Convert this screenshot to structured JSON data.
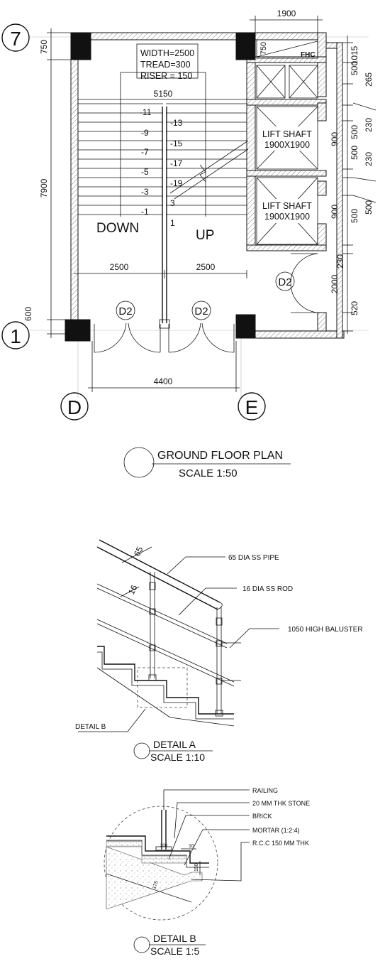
{
  "grid_labels": {
    "g7": "7",
    "g1": "1",
    "gD": "D",
    "gE": "E"
  },
  "dims": {
    "top_1900": "1900",
    "left_750": "750",
    "fhc_750": "750",
    "left_7900": "7900",
    "left_600": "600",
    "r_1015": "1015",
    "r_500a": "500",
    "r_265": "265",
    "r_500b": "500",
    "r_230a": "230",
    "r_900a": "900",
    "r_500c": "500",
    "r_230b": "230",
    "r_900b": "900",
    "r_500d": "500",
    "r_500e": "500",
    "r_230c": "230",
    "r_2000": "2000",
    "r_520": "520",
    "w_5150": "5150",
    "w_2500a": "2500",
    "w_2500b": "2500",
    "w_4400": "4400"
  },
  "stair_info": {
    "width": "WIDTH=2500",
    "tread": "TREAD=300",
    "riser": "RISER = 150"
  },
  "stair_numbers": {
    "left": [
      "-11",
      "-9",
      "-7",
      "-5",
      "-3",
      "-1"
    ],
    "right": [
      "-13",
      "-15",
      "-17",
      "-19",
      "3",
      "1"
    ]
  },
  "labels": {
    "down": "DOWN",
    "up": "UP",
    "fhc": "FHC",
    "lift1_name": "LIFT SHAFT",
    "lift1_size": "1900X1900",
    "lift2_name": "LIFT SHAFT",
    "lift2_size": "1900X1900",
    "door_a": "D2",
    "door_b": "D2",
    "door_c": "D2"
  },
  "titles": {
    "plan_title": "GROUND FLOOR PLAN",
    "plan_scale": "SCALE 1:50",
    "detail_a_title": "DETAIL A",
    "detail_a_scale": "SCALE 1:10",
    "detail_b_title": "DETAIL B",
    "detail_b_scale": "SCALE 1:5"
  },
  "detail_a": {
    "dim_65": "65",
    "dim_16": "16",
    "note_pipe": "65 DIA SS PIPE",
    "note_rod": "16 DIA SS ROD",
    "note_baluster": "1050 HIGH BALUSTER",
    "note_detail_b": "DETAIL B"
  },
  "detail_b": {
    "note_railing": "RAILING",
    "note_stone": "20 MM THK STONE",
    "note_brick": "BRICK",
    "note_mortar": "MORTAR (1:2:4)",
    "note_rcc": "R.C.C 150 MM THK",
    "dim_300": "300",
    "dim_10": "10",
    "dim_150": "150",
    "dim_175": "175"
  }
}
